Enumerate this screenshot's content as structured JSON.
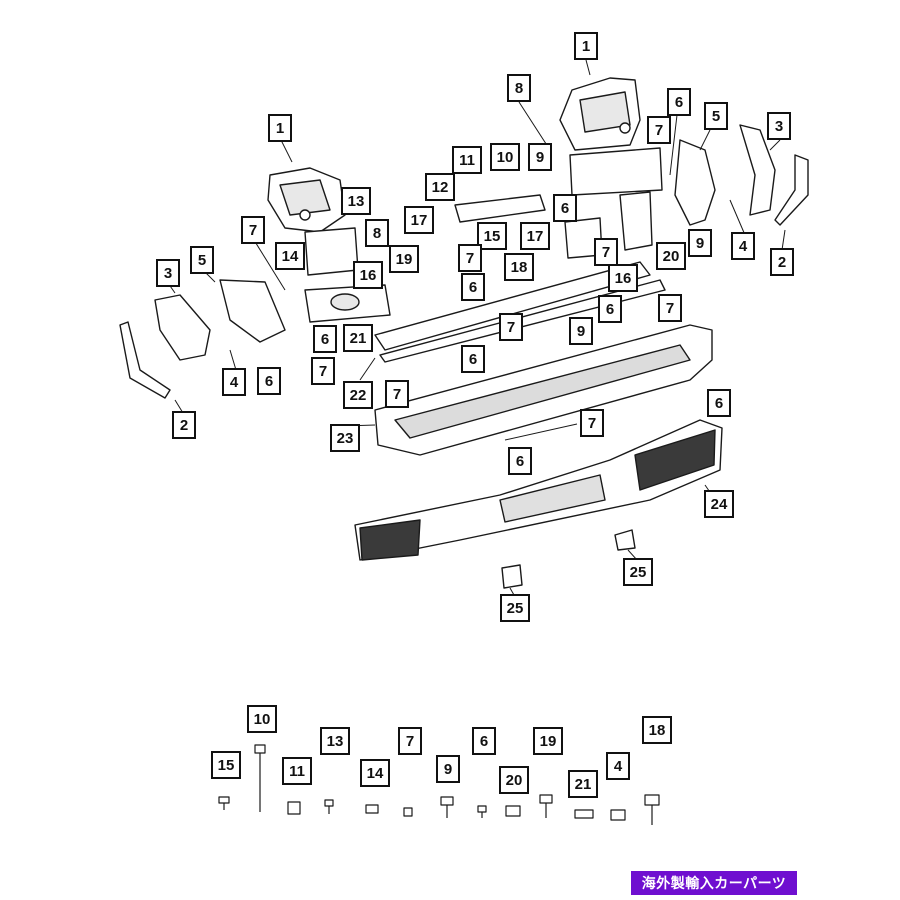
{
  "diagram": {
    "callouts": [
      {
        "id": "c1a",
        "text": "1"
      },
      {
        "id": "c1b",
        "text": "1"
      },
      {
        "id": "c8a",
        "text": "8"
      },
      {
        "id": "c6a",
        "text": "6"
      },
      {
        "id": "c5a",
        "text": "5"
      },
      {
        "id": "c3a",
        "text": "3"
      },
      {
        "id": "c7a",
        "text": "7"
      },
      {
        "id": "c9a",
        "text": "9"
      },
      {
        "id": "c10a",
        "text": "10"
      },
      {
        "id": "c11a",
        "text": "11"
      },
      {
        "id": "c12a",
        "text": "12"
      },
      {
        "id": "c13a",
        "text": "13"
      },
      {
        "id": "c6b",
        "text": "6"
      },
      {
        "id": "c17a",
        "text": "17"
      },
      {
        "id": "c15a",
        "text": "15"
      },
      {
        "id": "c17b",
        "text": "17"
      },
      {
        "id": "c7b",
        "text": "7"
      },
      {
        "id": "c8b",
        "text": "8"
      },
      {
        "id": "c14a",
        "text": "14"
      },
      {
        "id": "c19a",
        "text": "19"
      },
      {
        "id": "c7c",
        "text": "7"
      },
      {
        "id": "c18a",
        "text": "18"
      },
      {
        "id": "c7d",
        "text": "7"
      },
      {
        "id": "c20a",
        "text": "20"
      },
      {
        "id": "c9b",
        "text": "9"
      },
      {
        "id": "c4a",
        "text": "4"
      },
      {
        "id": "c2a",
        "text": "2"
      },
      {
        "id": "c5b",
        "text": "5"
      },
      {
        "id": "c3b",
        "text": "3"
      },
      {
        "id": "c16a",
        "text": "16"
      },
      {
        "id": "c6c",
        "text": "6"
      },
      {
        "id": "c16b",
        "text": "16"
      },
      {
        "id": "c6d",
        "text": "6"
      },
      {
        "id": "c7e",
        "text": "7"
      },
      {
        "id": "c21a",
        "text": "21"
      },
      {
        "id": "c6e",
        "text": "6"
      },
      {
        "id": "c7f",
        "text": "7"
      },
      {
        "id": "c9c",
        "text": "9"
      },
      {
        "id": "c4b",
        "text": "4"
      },
      {
        "id": "c6f",
        "text": "6"
      },
      {
        "id": "c7g",
        "text": "7"
      },
      {
        "id": "c6g",
        "text": "6"
      },
      {
        "id": "c22a",
        "text": "22"
      },
      {
        "id": "c7h",
        "text": "7"
      },
      {
        "id": "c2b",
        "text": "2"
      },
      {
        "id": "c6h",
        "text": "6"
      },
      {
        "id": "c7i",
        "text": "7"
      },
      {
        "id": "c23a",
        "text": "23"
      },
      {
        "id": "c6i",
        "text": "6"
      },
      {
        "id": "c24a",
        "text": "24"
      },
      {
        "id": "c25a",
        "text": "25"
      },
      {
        "id": "c25b",
        "text": "25"
      },
      {
        "id": "k10",
        "text": "10"
      },
      {
        "id": "k13",
        "text": "13"
      },
      {
        "id": "k7",
        "text": "7"
      },
      {
        "id": "k6",
        "text": "6"
      },
      {
        "id": "k19",
        "text": "19"
      },
      {
        "id": "k18",
        "text": "18"
      },
      {
        "id": "k15",
        "text": "15"
      },
      {
        "id": "k11",
        "text": "11"
      },
      {
        "id": "k14",
        "text": "14"
      },
      {
        "id": "k9",
        "text": "9"
      },
      {
        "id": "k20",
        "text": "20"
      },
      {
        "id": "k21",
        "text": "21"
      },
      {
        "id": "k4",
        "text": "4"
      }
    ]
  },
  "banner": {
    "text": "海外製輸入カーパーツ",
    "background": "#6f0fd0"
  }
}
